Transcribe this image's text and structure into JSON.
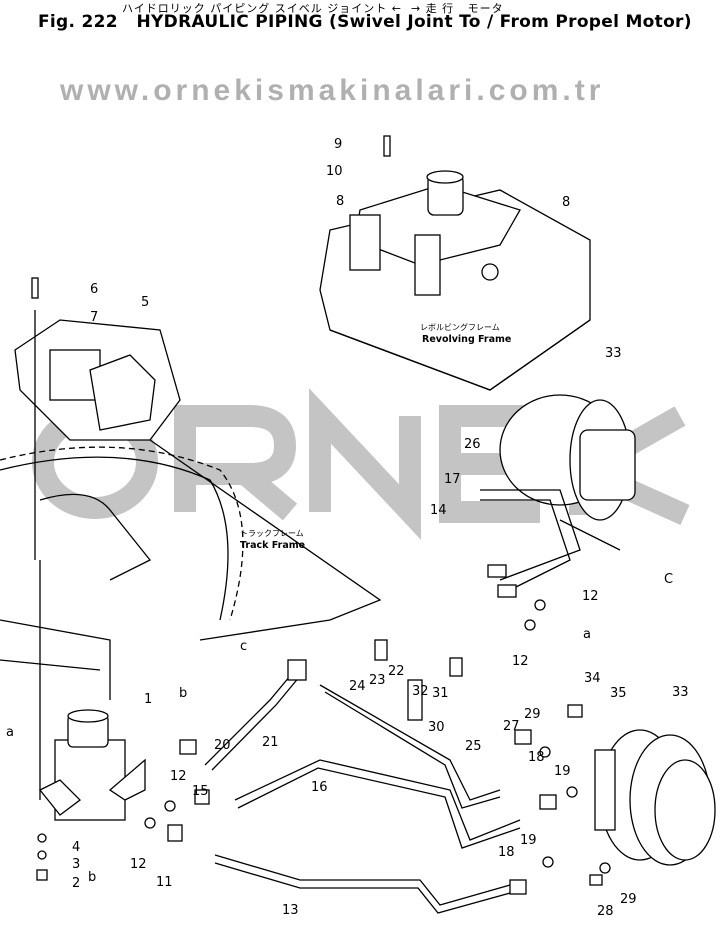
{
  "header": {
    "japanese_title": "ハイドロリック パイピング スイベル ジョイント ←  → 走 行   モータ",
    "title": "Fig. 222   HYDRAULIC PIPING (Swivel Joint To / From Propel Motor)"
  },
  "frames": {
    "revolving_jp": "レボルビングフレーム",
    "revolving": "Revolving Frame",
    "track_jp": "トラックフレーム",
    "track": "Track Frame"
  },
  "watermark": {
    "brand": "ORNEK",
    "url": "www.ornekismakinalari.com.tr"
  },
  "callouts": [
    "9",
    "10",
    "8",
    "8",
    "6",
    "7",
    "5",
    "33",
    "26",
    "17",
    "14",
    "C",
    "12",
    "a",
    "12",
    "c",
    "22",
    "24",
    "23",
    "32",
    "31",
    "30",
    "34",
    "35",
    "33",
    "29",
    "27",
    "25",
    "18",
    "19",
    "b",
    "20",
    "21",
    "1",
    "a",
    "12",
    "15",
    "16",
    "4",
    "3",
    "2",
    "b",
    "12",
    "11",
    "13",
    "18",
    "19",
    "28",
    "29"
  ]
}
